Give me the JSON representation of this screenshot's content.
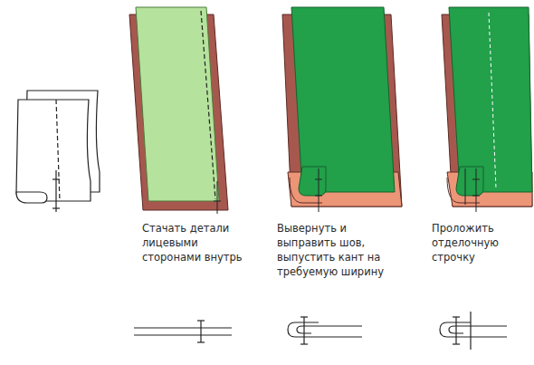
{
  "diagram": {
    "labels": [
      "Стачать детали лицевыми сторонами внутрь",
      "Вывернуть и выправить шов, выпустить кант на требуемую ширину",
      "Проложить отделочную строчку"
    ]
  }
}
